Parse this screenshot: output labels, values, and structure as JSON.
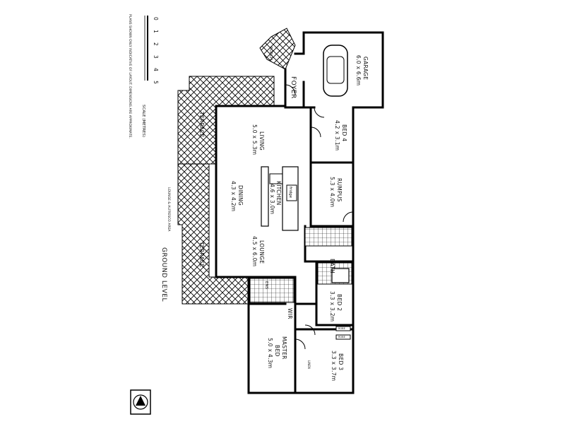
{
  "plan": {
    "level_title": "GROUND LEVEL",
    "scale_label": "SCALE (METRES)",
    "scale_ticks": [
      "0",
      "1",
      "2",
      "3",
      "4",
      "5"
    ],
    "disclaimer": "PLANS SHOWN ONLY INDICATIVE OF LAYOUT. DIMENSIONS ARE APPROXIMATE.",
    "rooms": {
      "garage": {
        "name": "GARAGE",
        "size": "6.0 x 6.6m"
      },
      "porch": {
        "name": "PORCH"
      },
      "foyer": {
        "name": "FOYER"
      },
      "bed4": {
        "name": "BED 4",
        "size": "4.2 x 3.1m"
      },
      "rumpus": {
        "name": "RUMPUS",
        "size": "5.3 x 4.0m"
      },
      "living": {
        "name": "LIVING",
        "size": "5.0 x 5.3m"
      },
      "kitchen": {
        "name": "KITCHEN",
        "size": "4.6 x 3.0m"
      },
      "dining": {
        "name": "DINING",
        "size": "4.3 x 4.2m"
      },
      "lounge": {
        "name": "LOUNGE",
        "size": "4.5 x 6.0m"
      },
      "bath": {
        "name": "BATH"
      },
      "bed2": {
        "name": "BED 2",
        "size": "3.3 x 3.2m"
      },
      "bed3": {
        "name": "BED 3",
        "size": "3.3 x 3.7m"
      },
      "master": {
        "name": "MASTER",
        "name2": "BED",
        "size": "5.0 x 4.3m"
      },
      "wir": {
        "name": "WIR"
      },
      "ens": {
        "name": "ENS"
      },
      "terrace_top": {
        "name": "TERRACE"
      },
      "terrace_bottom": {
        "name": "TERRACE"
      }
    },
    "small_labels": {
      "robe1": "ROBE",
      "robe2": "ROBE",
      "linen": "LINEN",
      "fridge": "fridge",
      "terrace_note": "LOUNGE & ALFRESCO AREA"
    }
  }
}
